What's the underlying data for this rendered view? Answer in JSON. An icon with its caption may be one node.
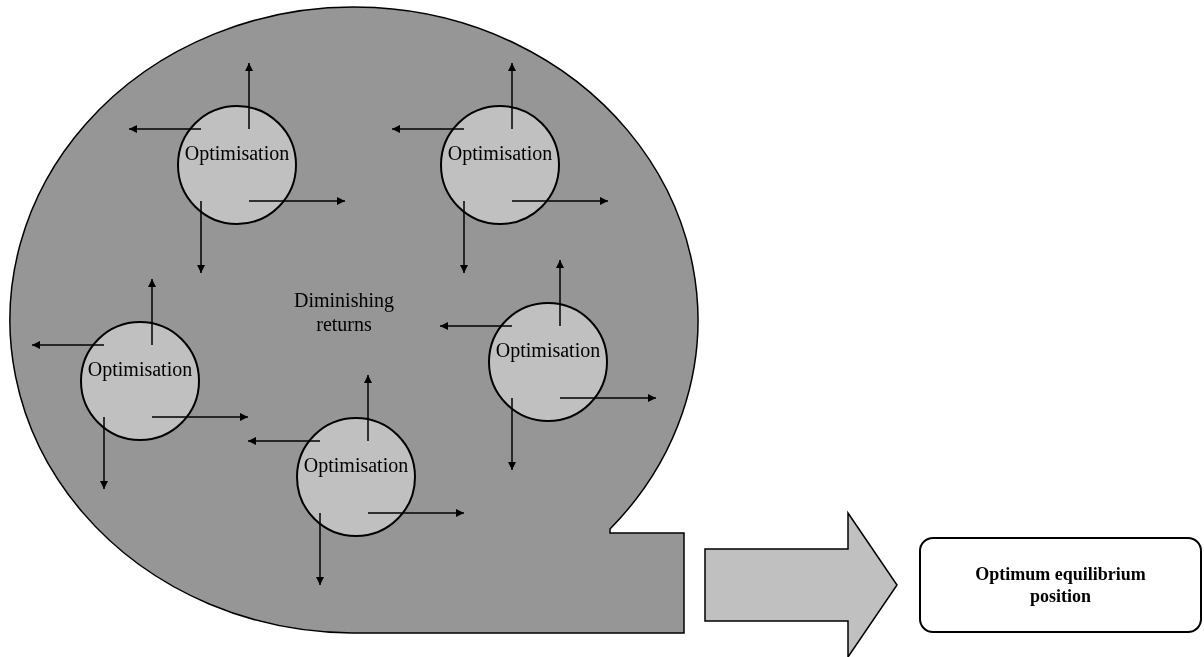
{
  "diagram": {
    "nodes": [
      {
        "text": [
          "Diminishing returns"
        ]
      },
      {
        "text": [
          "Optimisation"
        ],
        "in": 0
      },
      {
        "text": [
          "Optimisation"
        ],
        "in": 0
      },
      {
        "text": [
          "Optimisation"
        ],
        "in": 0
      },
      {
        "text": [
          "Optimisation"
        ],
        "in": 0
      },
      {
        "text": [
          "Optimisation"
        ],
        "in": 0
      },
      {
        "text": [
          "Optimum equilibrium position"
        ]
      }
    ],
    "edges": [
      {
        "from": 1,
        "to": null,
        "arrow": "to"
      },
      {
        "from": 1,
        "to": null,
        "arrow": "to"
      },
      {
        "from": 1,
        "to": null,
        "arrow": "to"
      },
      {
        "from": 1,
        "to": null,
        "arrow": "to"
      },
      {
        "from": 2,
        "to": null,
        "arrow": "to"
      },
      {
        "from": 2,
        "to": null,
        "arrow": "to"
      },
      {
        "from": 2,
        "to": null,
        "arrow": "to"
      },
      {
        "from": 2,
        "to": null,
        "arrow": "to"
      },
      {
        "from": 3,
        "to": null,
        "arrow": "to"
      },
      {
        "from": 3,
        "to": null,
        "arrow": "to"
      },
      {
        "from": 3,
        "to": null,
        "arrow": "to"
      },
      {
        "from": 3,
        "to": null,
        "arrow": "to"
      },
      {
        "from": 4,
        "to": null,
        "arrow": "to"
      },
      {
        "from": 4,
        "to": null,
        "arrow": "to"
      },
      {
        "from": 4,
        "to": null,
        "arrow": "to"
      },
      {
        "from": 4,
        "to": null,
        "arrow": "to"
      },
      {
        "from": 5,
        "to": null,
        "arrow": "to"
      },
      {
        "from": 5,
        "to": null,
        "arrow": "to"
      },
      {
        "from": 5,
        "to": null,
        "arrow": "to"
      },
      {
        "from": 5,
        "to": null,
        "arrow": "to"
      },
      {
        "from": 0,
        "to": 6,
        "arrow": "to",
        "style": "thick"
      }
    ]
  }
}
